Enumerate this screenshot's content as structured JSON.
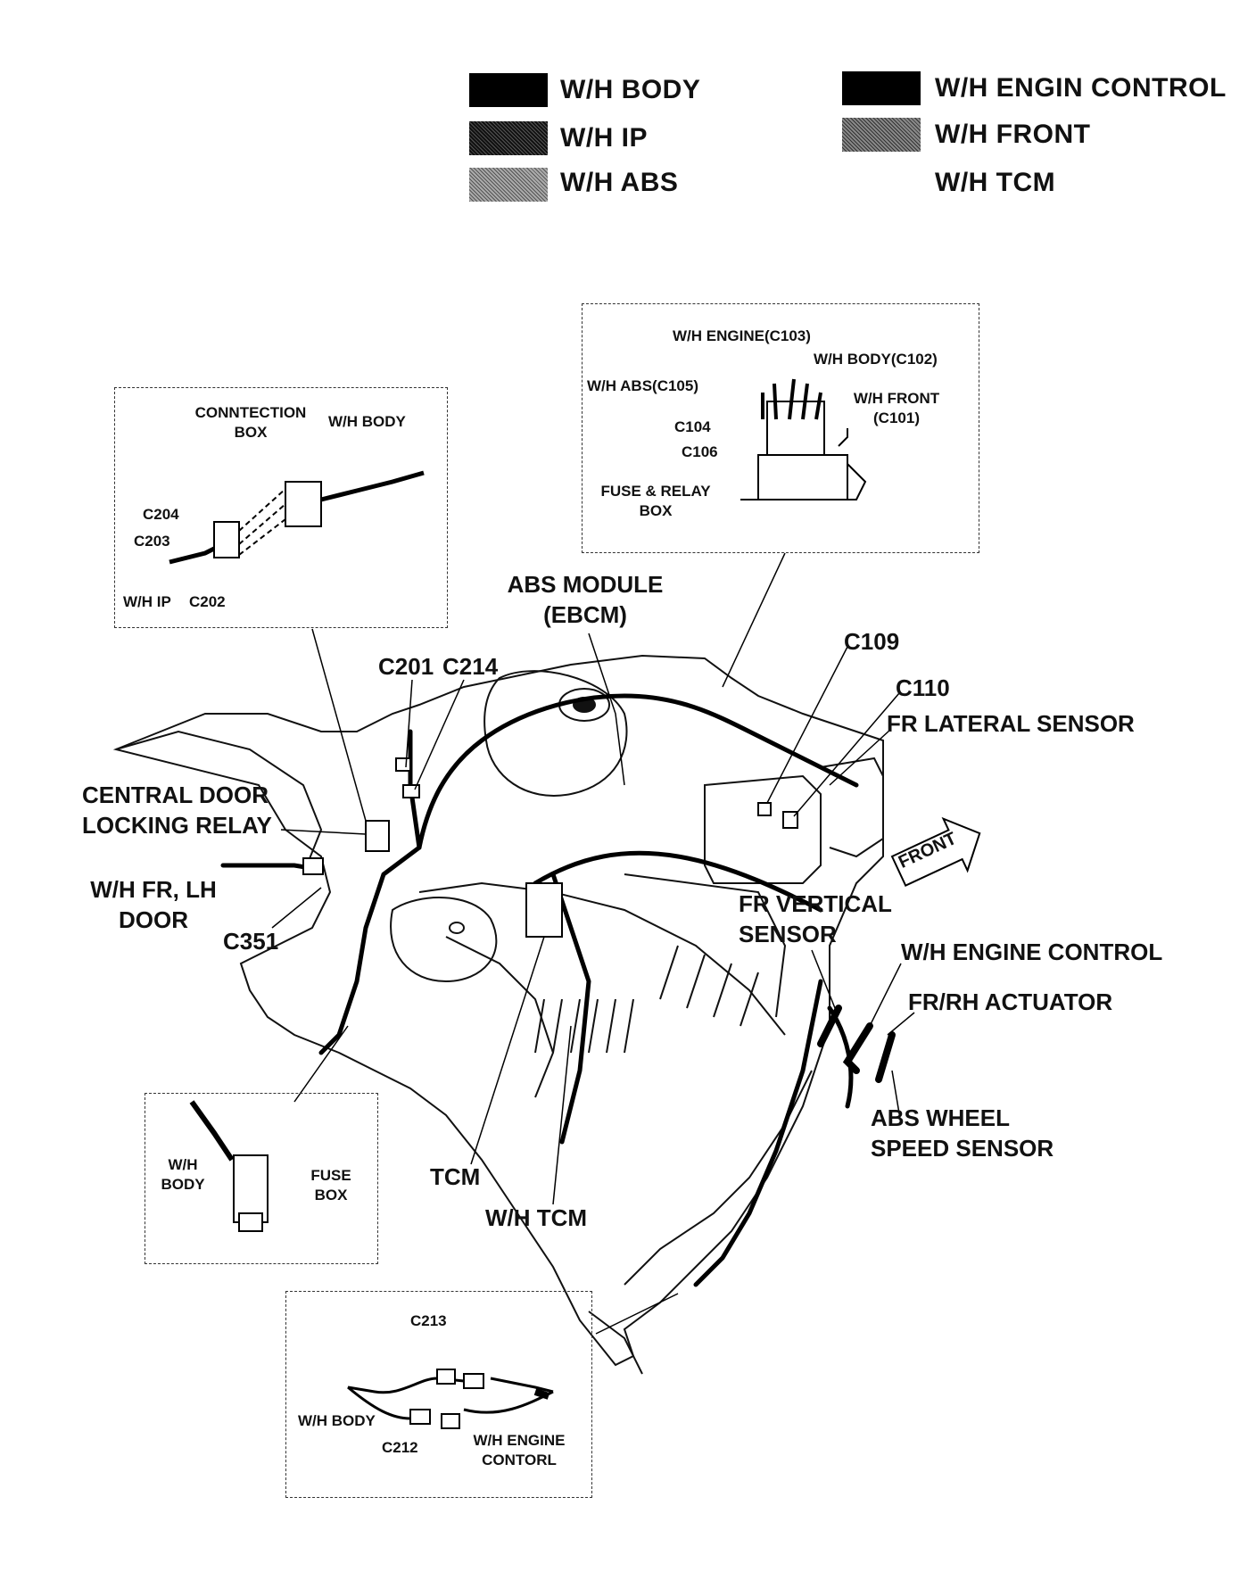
{
  "legend": {
    "items": [
      {
        "label": "W/H BODY",
        "color": "#000000"
      },
      {
        "label": "W/H IP",
        "color": "#3a3a3a"
      },
      {
        "label": "W/H ABS",
        "color": "#8a8a8a"
      },
      {
        "label": "W/H ENGIN CONTROL",
        "color": "#0a0a0a"
      },
      {
        "label": "W/H FRONT",
        "color": "#6e6e6e"
      },
      {
        "label": "W/H TCM",
        "color": ""
      }
    ]
  },
  "inset_fuse_relay": {
    "wh_engine": "W/H ENGINE(C103)",
    "wh_body": "W/H BODY(C102)",
    "wh_abs": "W/H ABS(C105)",
    "wh_front_1": "W/H FRONT",
    "wh_front_2": "(C101)",
    "c104": "C104",
    "c106": "C106",
    "fuse_relay_1": "FUSE & RELAY",
    "fuse_relay_2": "BOX"
  },
  "inset_connection_box": {
    "conn_1": "CONNTECTION",
    "conn_2": "BOX",
    "wh_body": "W/H BODY",
    "c204": "C204",
    "c203": "C203",
    "wh_ip": "W/H IP",
    "c202": "C202"
  },
  "inset_fuse_box": {
    "wh_1": "W/H",
    "wh_2": "BODY",
    "fuse_1": "FUSE",
    "fuse_2": "BOX"
  },
  "inset_c212": {
    "c213": "C213",
    "wh_body": "W/H BODY",
    "c212": "C212",
    "wh_engine_1": "W/H ENGINE",
    "wh_engine_2": "CONTORL"
  },
  "callouts": {
    "abs_module_1": "ABS MODULE",
    "abs_module_2": "(EBCM)",
    "c201": "C201",
    "c214": "C214",
    "c109": "C109",
    "c110": "C110",
    "fr_lateral": "FR LATERAL SENSOR",
    "central_1": "CENTRAL DOOR",
    "central_2": "LOCKING RELAY",
    "wh_fr_1": "W/H FR, LH",
    "wh_fr_2": "DOOR",
    "c351": "C351",
    "fr_vertical_1": "FR VERTICAL",
    "fr_vertical_2": "SENSOR",
    "wh_engine_control": "W/H ENGINE CONTROL",
    "fr_rh_actuator": "FR/RH ACTUATOR",
    "abs_wheel_1": "ABS WHEEL",
    "abs_wheel_2": "SPEED SENSOR",
    "tcm": "TCM",
    "wh_tcm": "W/H TCM",
    "front_arrow": "FRONT"
  }
}
